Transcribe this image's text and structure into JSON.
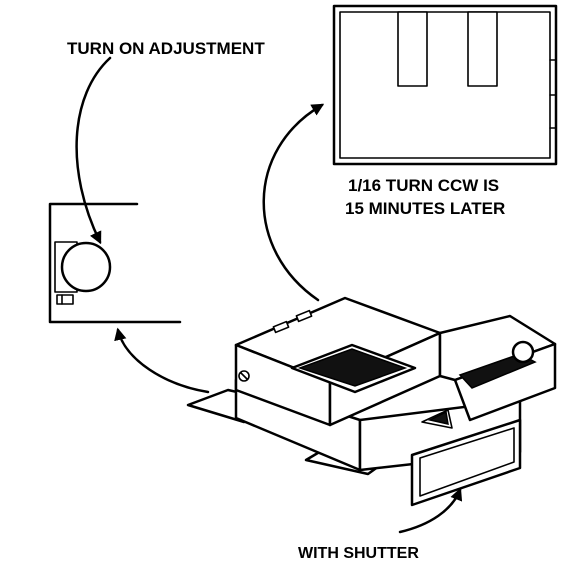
{
  "labels": {
    "turn_on_adjustment": "TURN ON ADJUSTMENT",
    "ccw_line1": "1/16 TURN CCW IS",
    "ccw_line2": "15 MINUTES LATER",
    "with_shutter": "WITH SHUTTER"
  },
  "colors": {
    "ink": "#000000",
    "paper": "#ffffff"
  }
}
